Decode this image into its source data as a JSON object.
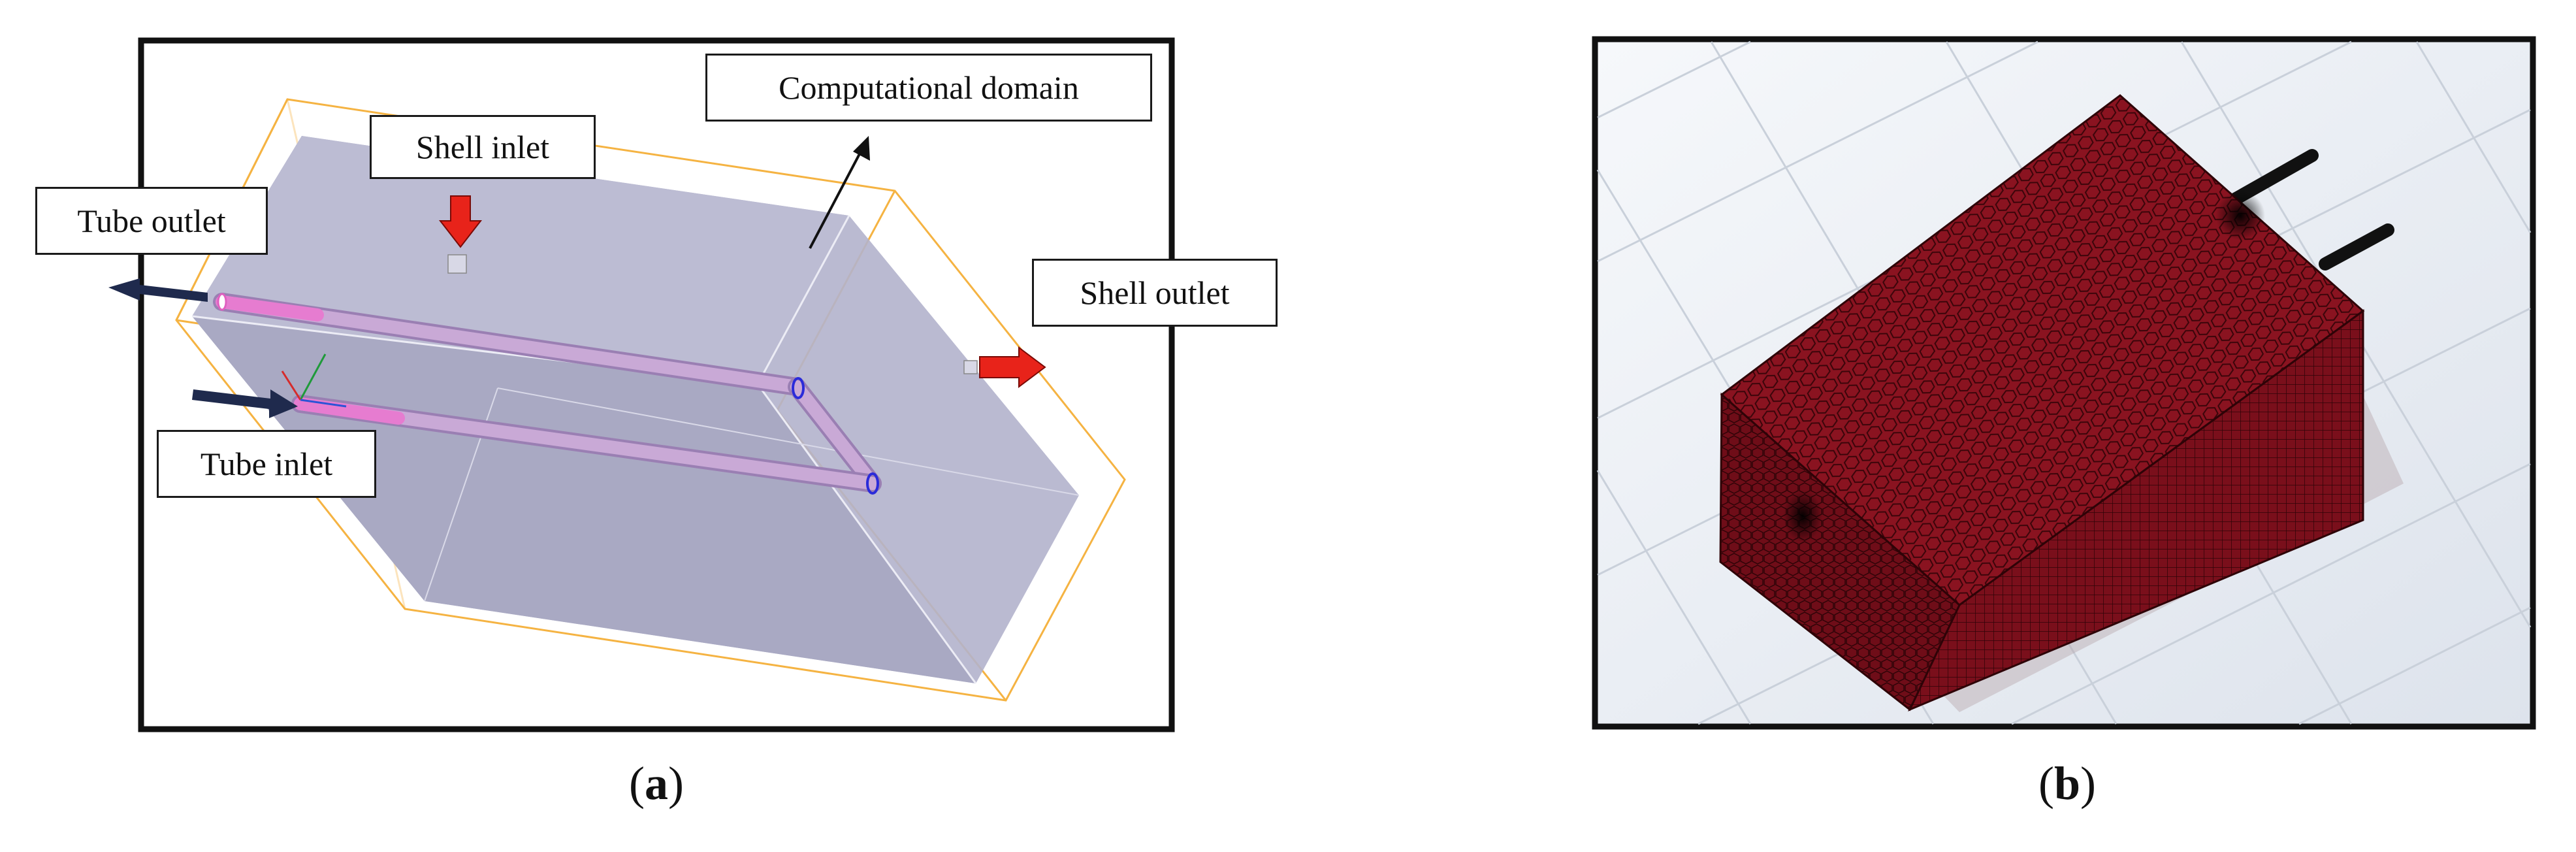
{
  "panel_a": {
    "labels": {
      "computational_domain": "Computational domain",
      "shell_inlet": "Shell inlet",
      "tube_outlet": "Tube outlet",
      "shell_outlet": "Shell outlet",
      "tube_inlet": "Tube inlet"
    },
    "caption": {
      "open": "(",
      "letter": "a",
      "close": ")"
    },
    "colors": {
      "box_fill": "#b3b3cc",
      "bounding_outline": "#f5b342",
      "tube": "#c9a9d6",
      "tube_end": "#e060c0",
      "inlet_arrow": "#1f2a4d",
      "shell_arrow": "#e8231a",
      "elbow_ring": "#2b2bd9"
    },
    "icons": [
      "arrow-tube-outlet",
      "arrow-shell-inlet",
      "arrow-shell-outlet",
      "arrow-tube-inlet",
      "axis-triad-icon"
    ]
  },
  "panel_b": {
    "caption": {
      "open": "(",
      "letter": "b",
      "close": ")"
    },
    "colors": {
      "mesh_red": "#8a1320",
      "mesh_line": "#3a050a",
      "floor": "#e9edf3",
      "grid": "#c9d0da"
    },
    "icons": [
      "polyhedral-mesh-block",
      "tube-stub-icon"
    ]
  }
}
